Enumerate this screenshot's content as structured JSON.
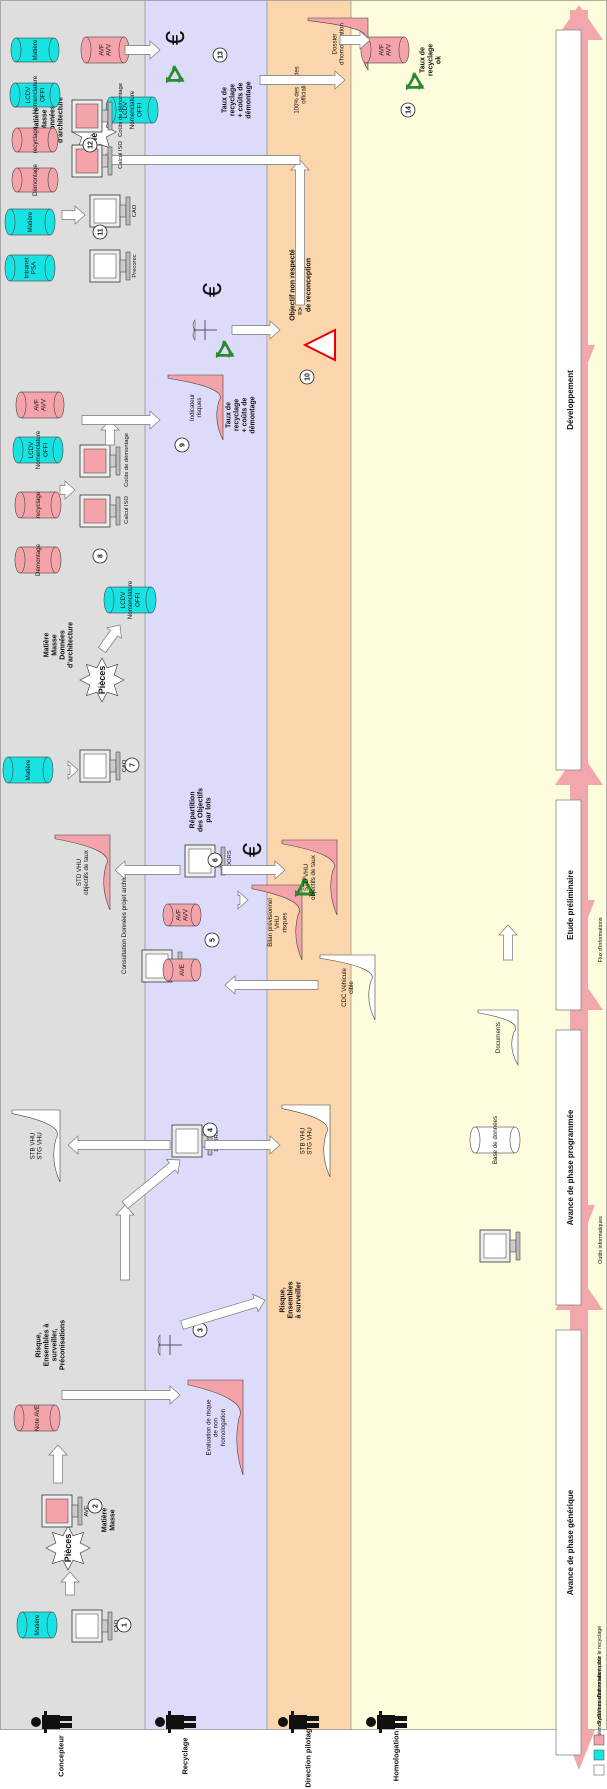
{
  "roles": [
    "Concepteur",
    "Recyclage",
    "Direction pilotage",
    "Homologation"
  ],
  "phases": [
    "Avance de phase générique",
    "Avance de phase programmée",
    "Etude préliminaire",
    "Développement"
  ],
  "legend": {
    "existing": "Systèmes d'information existants",
    "target": "Systèmes d'information cible",
    "recycling": "Systèmes d'information pour le recyclage",
    "tools": "Outils informatiques",
    "db": "Base de données",
    "docs": "Documents",
    "flow": "Flux d'informations"
  },
  "steps": [
    "1",
    "2",
    "3",
    "4",
    "5",
    "6",
    "7",
    "8",
    "9",
    "10",
    "11",
    "12",
    "13",
    "14"
  ],
  "labels": {
    "matiere": "Matière",
    "cao": "CAO",
    "pieces": "Pièces",
    "matiere_masse": "Matière\nMasse",
    "ave": "AVE",
    "note_ave": "Note AVE",
    "risque_ensembles_preco": "Risque,\nEnsembles à\nsurveiller,\nPréconisations",
    "evaluation": "Evaluation de risque\nde non\nhomologation",
    "risque_ensembles": "Risque,\nEnsembles\nà surveiller",
    "stb_stg": "STB VHU\nSTG VHU",
    "doors": "DOORS",
    "consultation": "Consultation Données projet archivées",
    "avf_avv": "AVF\nAVV",
    "cdc": "CDC Véhicule\ncible",
    "bilan": "Bilan prévisionnel\nVHU\nrisques",
    "std_vhu": "STD VHU\nobjectifs de taux",
    "repartition": "Répartition\ndes Objectifs\npar lots",
    "matiere_masse_donnees": "Matière\nMasse\nDonnées\nd'architecture",
    "lcdv": "LCDV\nNomenclature\nOFFI",
    "demontage": "Démontage",
    "recycling_db": "recyclage",
    "calcul_iso": "Calcul ISO",
    "couts_demontage": "Coûts de démontage",
    "indicateur": "Indicateur\nrisques",
    "taux_couts": "Taux de\nrecyclage\n+ coûts de\ndémontage",
    "objectif": "Objectif non respecté\n=> Préconisations\nde reconception",
    "intranet": "Intranet\nPSA",
    "precorec": "Precorec",
    "articles": "100% des articles\nofficialisés",
    "dossier": "Dossier\nd'homologation",
    "taux_ok": "Taux de\nrecyclage\nok"
  },
  "colors": {
    "concepteur_band": "#dedede",
    "recyclage_band": "#dcdcfa",
    "direction_band": "#fbd6ad",
    "homologation_band": "#fdfcdc",
    "pink": "#f4a3aa",
    "cyan": "#17e3e3",
    "green": "#2a8a32",
    "arrow_red": "#f2a7ac"
  }
}
